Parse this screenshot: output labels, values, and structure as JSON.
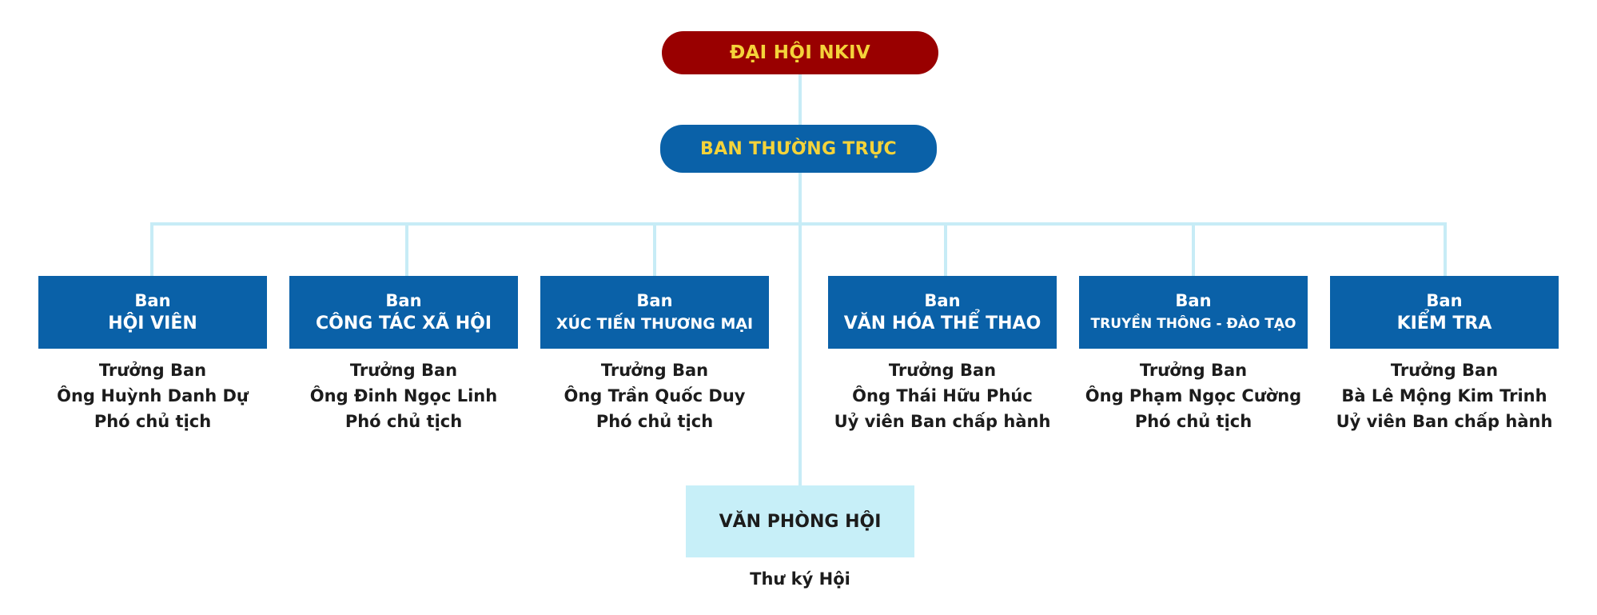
{
  "top": {
    "label": "ĐẠI HỘI NKIV"
  },
  "standing": {
    "label": "BAN THƯỜNG TRỰC"
  },
  "departments": [
    {
      "prefix": "Ban",
      "name": "HỘI VIÊN",
      "role": "Trưởng Ban",
      "person": "Ông Huỳnh Danh Dự",
      "position": "Phó chủ tịch"
    },
    {
      "prefix": "Ban",
      "name": "CÔNG TÁC XÃ HỘI",
      "role": "Trưởng Ban",
      "person": "Ông Đinh Ngọc Linh",
      "position": "Phó chủ tịch"
    },
    {
      "prefix": "Ban",
      "name": "XÚC TIẾN THƯƠNG MẠI",
      "role": "Trưởng Ban",
      "person": "Ông Trần Quốc Duy",
      "position": "Phó chủ tịch"
    },
    {
      "prefix": "Ban",
      "name": "VĂN HÓA THỂ THAO",
      "role": "Trưởng Ban",
      "person": "Ông Thái Hữu Phúc",
      "position": "Uỷ viên Ban chấp hành"
    },
    {
      "prefix": "Ban",
      "name": "TRUYỀN THÔNG - ĐÀO TẠO",
      "role": "Trưởng Ban",
      "person": "Ông Phạm Ngọc Cường",
      "position": "Phó chủ tịch"
    },
    {
      "prefix": "Ban",
      "name": "KIỂM TRA",
      "role": "Trưởng Ban",
      "person": "Bà Lê Mộng Kim Trinh",
      "position": "Uỷ viên Ban chấp hành"
    }
  ],
  "office": {
    "label": "VĂN PHÒNG HỘI",
    "role": "Thư ký Hội"
  },
  "colors": {
    "top_fill": "#990000",
    "blue_fill": "#0a61a8",
    "label_yellow": "#f4d33a",
    "connector": "#c7ecf6",
    "office_fill": "#c7eff8"
  }
}
